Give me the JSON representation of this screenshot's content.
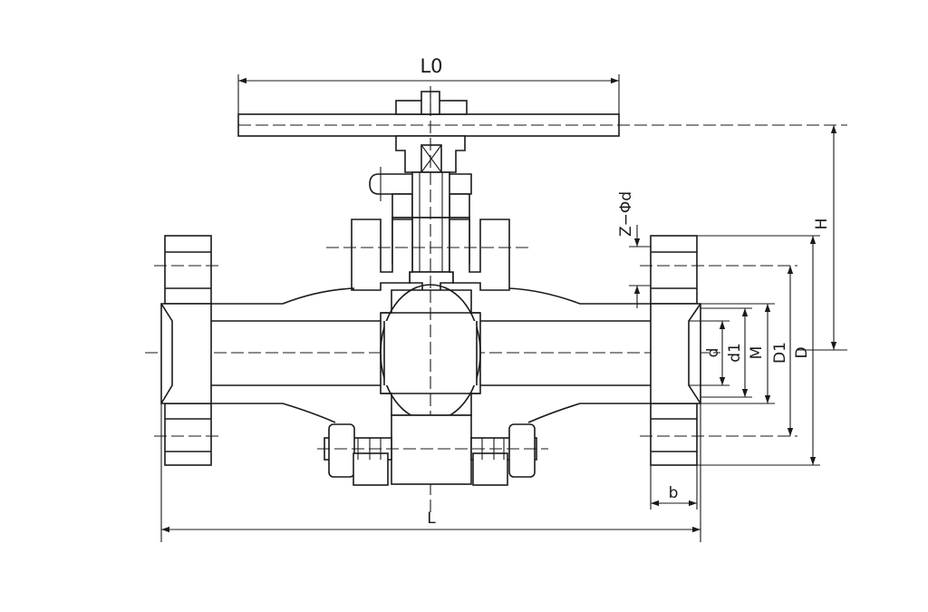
{
  "labels": {
    "L0": "L0",
    "H": "H",
    "Z_phi_d": "Z−Φd",
    "d": "d",
    "d1": "d1",
    "M": "M",
    "D1": "D1",
    "D": "D",
    "b": "b",
    "L": "L"
  },
  "colors": {
    "line": "#1a1a1a",
    "background": "#ffffff"
  }
}
